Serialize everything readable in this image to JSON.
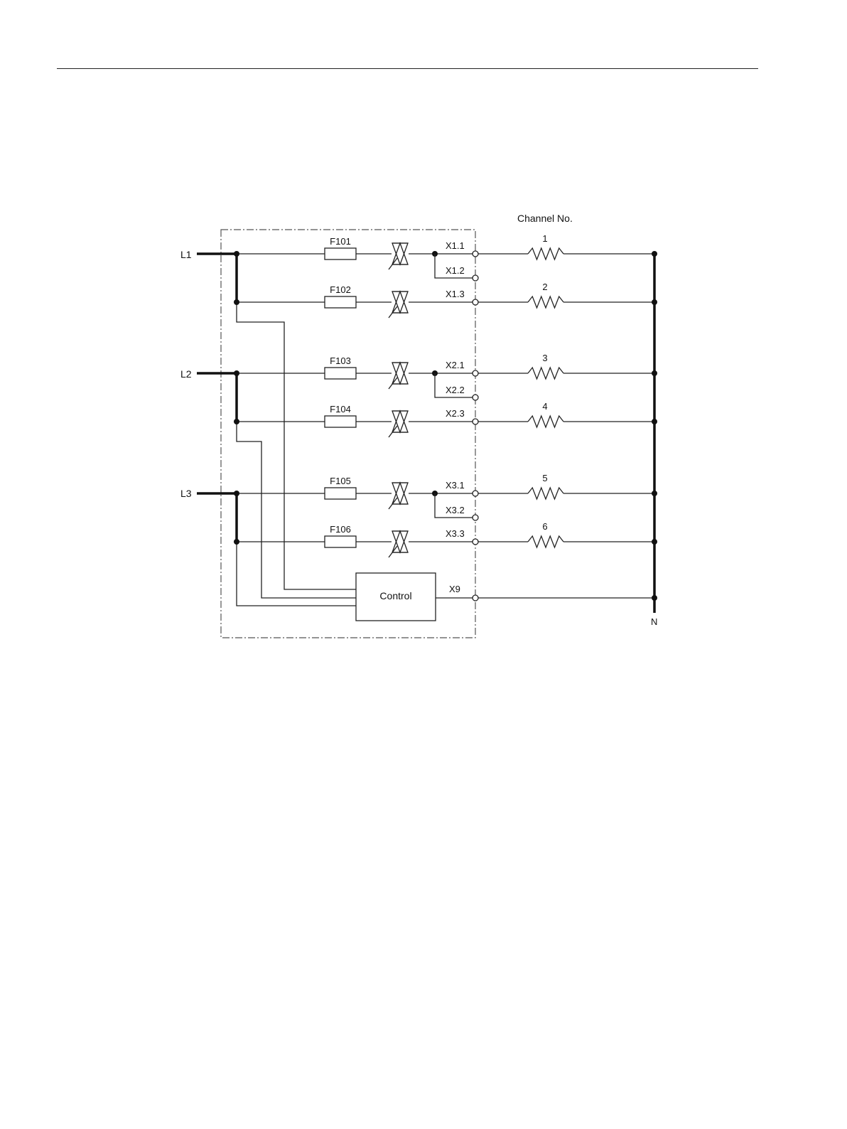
{
  "diagram": {
    "channel_header": "Channel No.",
    "supplies": [
      {
        "label": "L1"
      },
      {
        "label": "L2"
      },
      {
        "label": "L3"
      }
    ],
    "neutral_label": "N",
    "control_label": "Control",
    "control_terminal": "X9",
    "channels": [
      {
        "fuse": "F101",
        "terminal": "X1.1",
        "extra_terminal": "X1.2",
        "number": "1"
      },
      {
        "fuse": "F102",
        "terminal": "X1.3",
        "number": "2"
      },
      {
        "fuse": "F103",
        "terminal": "X2.1",
        "extra_terminal": "X2.2",
        "number": "3"
      },
      {
        "fuse": "F104",
        "terminal": "X2.3",
        "number": "4"
      },
      {
        "fuse": "F105",
        "terminal": "X3.1",
        "extra_terminal": "X3.2",
        "number": "5"
      },
      {
        "fuse": "F106",
        "terminal": "X3.3",
        "number": "6"
      }
    ]
  }
}
